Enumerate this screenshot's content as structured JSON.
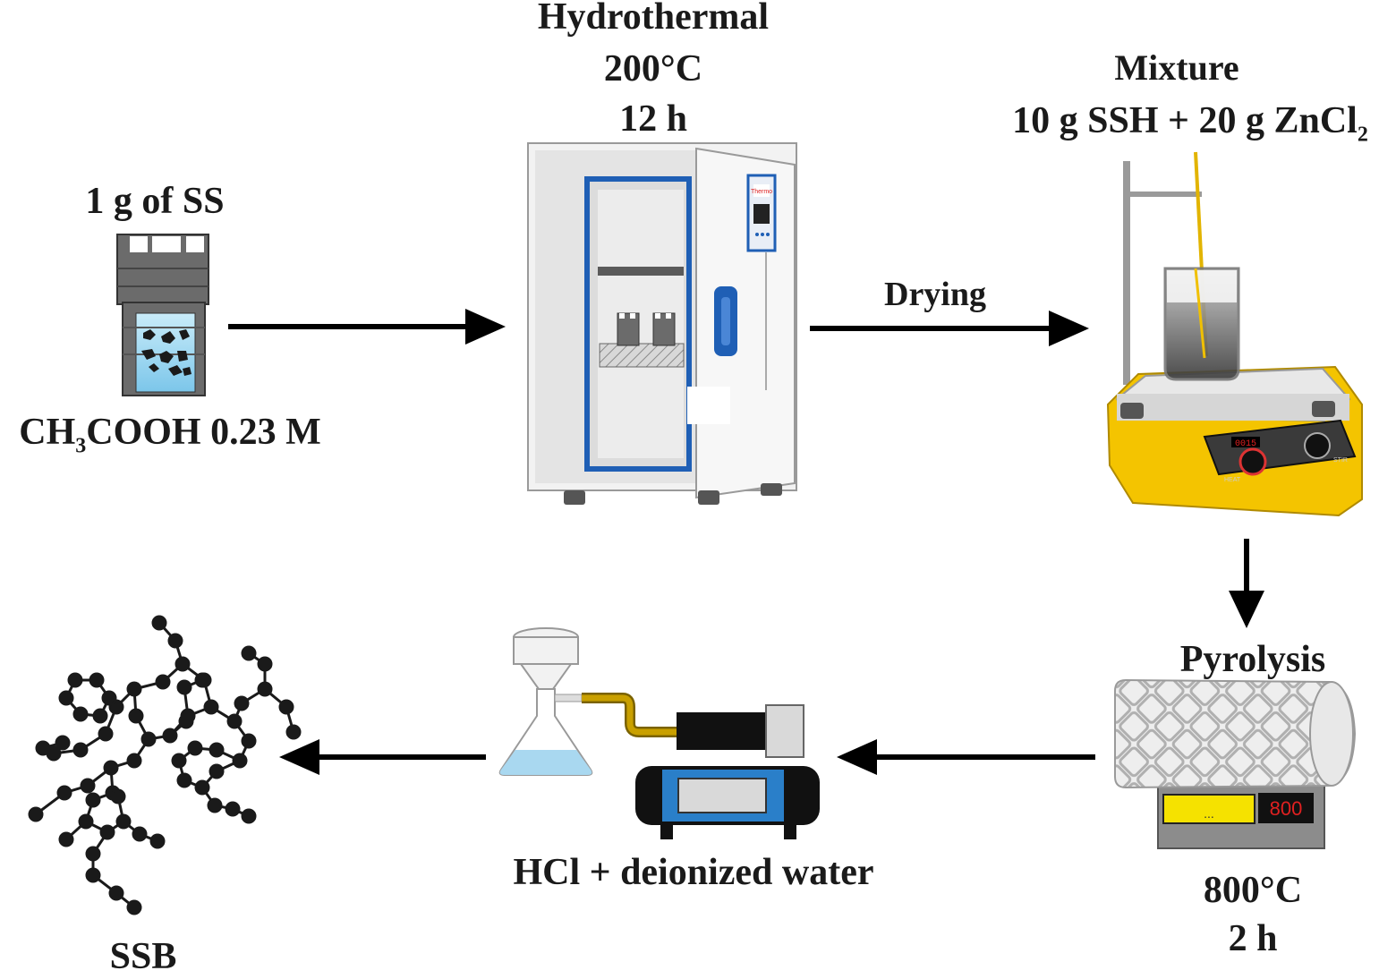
{
  "steps": {
    "sample": {
      "title": "1 g of SS",
      "solvent_prefix": "CH",
      "solvent_sub1": "3",
      "solvent_mid": "COOH 0.23 M"
    },
    "hydrothermal": {
      "title": "Hydrothermal",
      "temperature": "200°C",
      "duration": "12 h",
      "oven_brand": "Thermo"
    },
    "drying": {
      "label": "Drying"
    },
    "mixture": {
      "title": "Mixture",
      "recipe_prefix": "10 g SSH + 20 g ZnCl",
      "recipe_sub": "2",
      "display_value": "0015",
      "knob_left": "HEAT",
      "knob_right": "STIR"
    },
    "pyrolysis": {
      "title": "Pyrolysis",
      "display_value": "800",
      "panel_text": "...",
      "temperature": "800°C",
      "duration": "2 h"
    },
    "washing": {
      "label": "HCl + deionized water"
    },
    "product": {
      "label": "SSB"
    }
  },
  "colors": {
    "arrow": "#000000",
    "oven_blue": "#1f5fb5",
    "stirrer_yellow": "#f4c400",
    "liquid_blue": "#a9d8f0",
    "display_red": "#e02020",
    "atom": "#1a1a1a"
  }
}
